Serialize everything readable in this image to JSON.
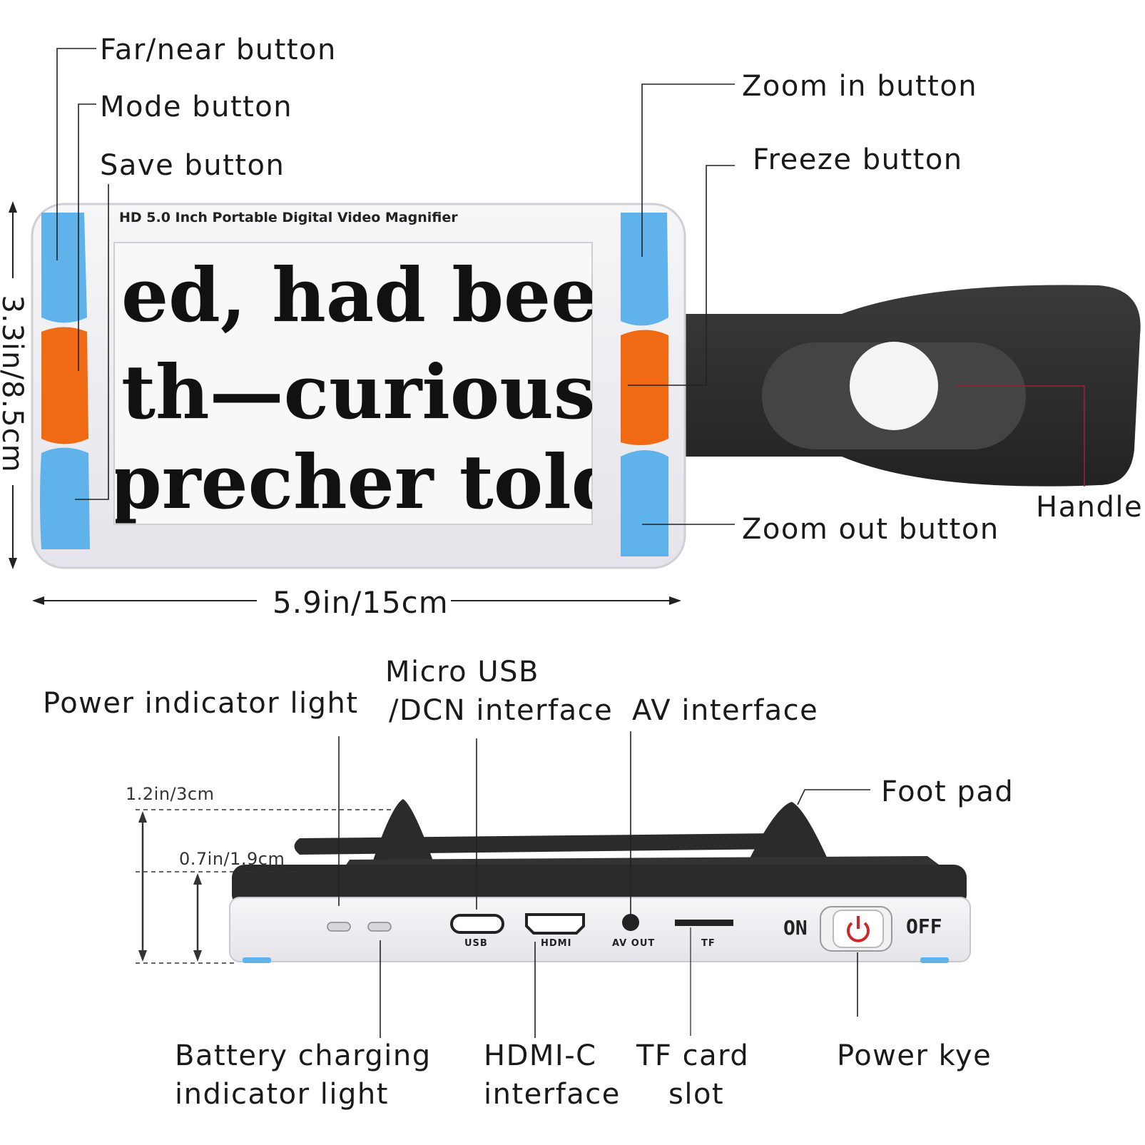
{
  "callouts": {
    "far_near": "Far/near button",
    "mode": "Mode button",
    "save": "Save button",
    "zoom_in": "Zoom in button",
    "freeze": "Freeze button",
    "handle": "Handle",
    "zoom_out": "Zoom out button",
    "power_indicator": "Power indicator light",
    "micro_usb_1": "Micro USB",
    "micro_usb_2": "/DCN interface",
    "av_interface": "AV interface",
    "foot_pad": "Foot pad",
    "battery_1": "Battery charging",
    "battery_2": "indicator light",
    "hdmi_1": "HDMI-C",
    "hdmi_2": "interface",
    "tf_1": "TF card",
    "tf_2": "slot",
    "power_key": "Power kye"
  },
  "dimensions": {
    "height": "3.3in/8.5cm",
    "width": "5.9in/15cm",
    "total_height": "1.2in/3cm",
    "body_height": "0.7in/1.9cm"
  },
  "device": {
    "title": "HD 5.0 Inch Portable Digital Video Magnifier",
    "screen_lines": [
      "ed, had been cr",
      "th—curiouser ar",
      "precher  told  m"
    ]
  },
  "ports": {
    "usb": "USB",
    "hdmi": "HDMI",
    "av": "AV OUT",
    "tf": "TF",
    "on": "ON",
    "off": "OFF"
  },
  "colors": {
    "button_blue": "#5fb3ea",
    "button_orange": "#f06a14",
    "handle_dark": "#2e2e2e",
    "body_white": "#eeeef2",
    "power_red": "#d0262a"
  }
}
